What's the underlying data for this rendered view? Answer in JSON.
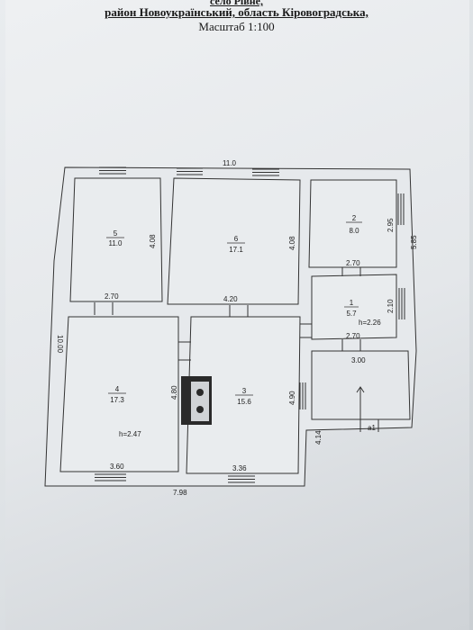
{
  "header": {
    "line1": "село Рівне,",
    "line2": "район Новоукраїнський, область Кіровоградська,",
    "scale": "Масштаб 1:100"
  },
  "plan": {
    "overall": {
      "width_top": "11.0",
      "width_bottom": "7.98",
      "height_left": "10.00",
      "height_right": "5.85"
    },
    "rooms": [
      {
        "num": "5",
        "area": "11.0",
        "depth": "4.08",
        "width": "2.70"
      },
      {
        "num": "6",
        "area": "17.1",
        "depth": "4.08",
        "width": "4.20"
      },
      {
        "num": "2",
        "area": "8.0",
        "depth": "2.95",
        "width": "2.70"
      },
      {
        "num": "1",
        "area": "5.7",
        "depth": "2.10",
        "width": "2.70",
        "height": "h=2.26"
      },
      {
        "num": "4",
        "area": "17.3",
        "depth": "4.80",
        "width": "3.60",
        "height": "h=2.47"
      },
      {
        "num": "3",
        "area": "15.6",
        "depth": "4.90",
        "width": "3.36"
      }
    ],
    "porch": {
      "width": "3.00",
      "depth": "4.14",
      "label": "a1"
    }
  }
}
